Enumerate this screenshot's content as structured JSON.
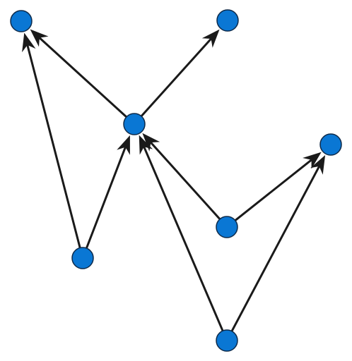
{
  "colors": {
    "background": "#ffffff",
    "node_fill": "#0a77d4",
    "node_stroke": "#0d2a4a",
    "edge": "#1a1a1a"
  },
  "graph": {
    "directed": true,
    "nodes": [
      {
        "id": "A",
        "name": "node-top-left"
      },
      {
        "id": "B",
        "name": "node-top-middle"
      },
      {
        "id": "C",
        "name": "node-center"
      },
      {
        "id": "D",
        "name": "node-right"
      },
      {
        "id": "E",
        "name": "node-middle-right"
      },
      {
        "id": "F",
        "name": "node-bottom-left"
      },
      {
        "id": "G",
        "name": "node-bottom"
      }
    ],
    "edges": [
      {
        "from": "C",
        "to": "A"
      },
      {
        "from": "C",
        "to": "B"
      },
      {
        "from": "F",
        "to": "A"
      },
      {
        "from": "F",
        "to": "C"
      },
      {
        "from": "E",
        "to": "C"
      },
      {
        "from": "E",
        "to": "D"
      },
      {
        "from": "G",
        "to": "C"
      },
      {
        "from": "G",
        "to": "D"
      }
    ]
  }
}
